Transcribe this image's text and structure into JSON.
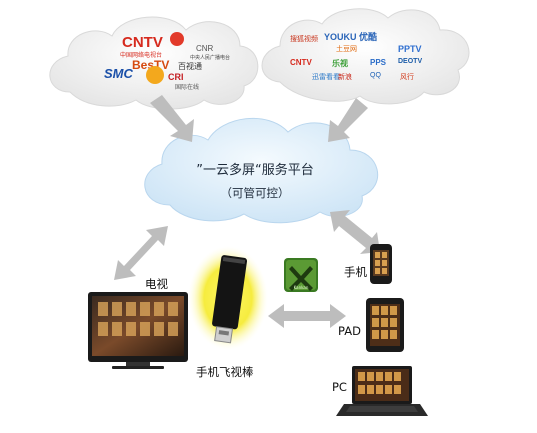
{
  "cloud": {
    "line1": "”一云多屏“服务平台",
    "line2": "（可管可控）"
  },
  "devices": {
    "tv": "电视",
    "phone": "手机",
    "pad": "PAD",
    "pc": "PC",
    "stick": "手机飞视棒"
  },
  "left_cloud_logos": [
    "CNTV",
    "中国网络电视台",
    "BesTV",
    "百视通",
    "CRI",
    "SMC",
    "CNR",
    "中央人民广播电台",
    "国际在线"
  ],
  "right_cloud_logos": [
    "搜狐视频",
    "YOUKU 优酷",
    "PPTV",
    "CNTV",
    "乐视",
    "土豆网",
    "PPS",
    "迅雷看看",
    "风行",
    "QQ",
    "DEOTV",
    "新浪"
  ],
  "app_icon": "icon-app",
  "colors": {
    "cloud_fill": "#dcecf8",
    "arrow": "#b8b8b8",
    "stick_glow": "#f8ef3a",
    "app_green": "#4c8a2a"
  }
}
